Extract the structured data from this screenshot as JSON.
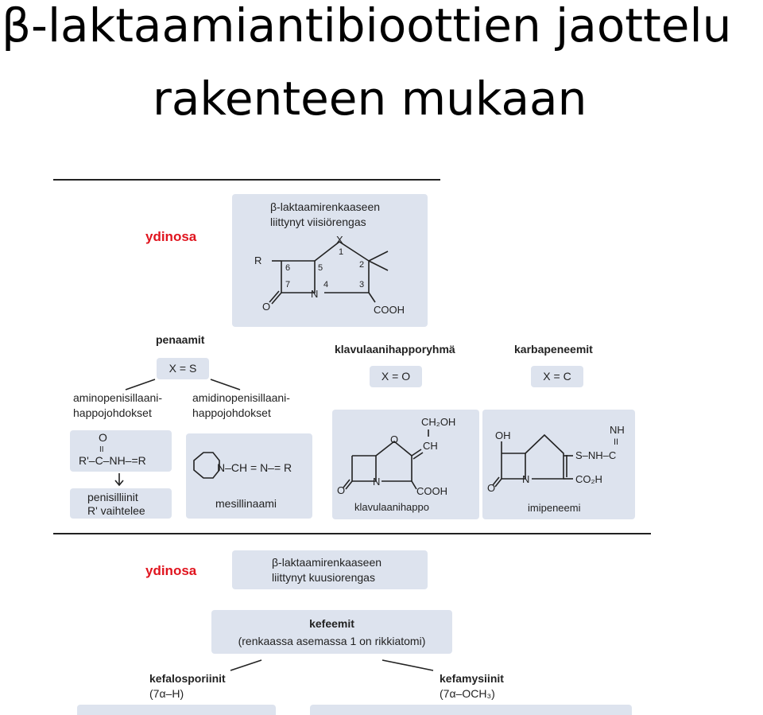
{
  "title": {
    "line1": "β-laktaamiantibioottien jaottelu",
    "line2": "rakenteen mukaan"
  },
  "section1": {
    "core_label": "ydinosa",
    "core_box": {
      "line1": "β-laktaamirenkaaseen",
      "line2": "liittynyt viisiörengas"
    },
    "core_struct": {
      "R": "R",
      "X": "X",
      "O": "O",
      "N": "N",
      "COOH": "COOH",
      "n1": "1",
      "n2": "2",
      "n3": "3",
      "n4": "4",
      "n5": "5",
      "n6": "6",
      "n7": "7"
    },
    "penaamit": {
      "title": "penaamit",
      "x_value": "X = S",
      "amino": {
        "line1": "aminopenisillaani-",
        "line2": "happojohdokset"
      },
      "amido": {
        "line1": "amidinopenisillaani-",
        "line2": "happojohdokset"
      },
      "acyl": {
        "O": "O",
        "dbl": "II",
        "formula": "R'–C–NH–=R"
      },
      "penicillins": {
        "line1": "penisilliinit",
        "line2": "R' vaihtelee"
      },
      "mecillinam": {
        "formula": "N–CH = N–= R",
        "name": "mesillinaami"
      }
    },
    "klavulaani": {
      "title": "klavulaanihapporyhmä",
      "x_value": "X = O",
      "name": "klavulaanihappo",
      "ch2oh": "CH₂OH",
      "ch": "CH",
      "o_ring": "O",
      "o_carbonyl": "O",
      "n": "N",
      "cooh": "COOH"
    },
    "karbapeneemit": {
      "title": "karbapeneemit",
      "x_value": "X = C",
      "name": "imipeneemi",
      "oh": "OH",
      "nh": "NH",
      "dbl": "II",
      "s_chain": "S–NH–C",
      "co2h": "CO₂H",
      "n": "N",
      "o": "O"
    }
  },
  "section2": {
    "core_label": "ydinosa",
    "core_box": {
      "line1": "β-laktaamirenkaaseen",
      "line2": "liittynyt kuusiorengas"
    },
    "kefeemit": {
      "title": "kefeemit",
      "subtitle": "(renkaassa asemassa 1 on rikkiatomi)"
    },
    "kefalosporiinit": {
      "title": "kefalosporiinit",
      "subtitle": "(7α–H)"
    },
    "kefamysiinit": {
      "title": "kefamysiinit",
      "subtitle": "(7α–OCH₃)"
    }
  },
  "colors": {
    "box_bg": "#dde3ee",
    "accent_red": "#e0141e",
    "text": "#222222"
  }
}
